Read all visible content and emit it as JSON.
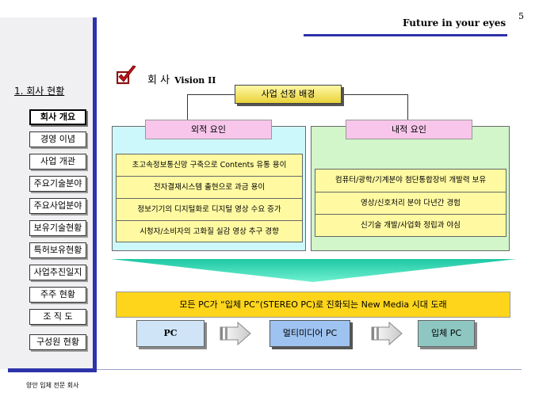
{
  "header": {
    "text": "Future in your eyes",
    "page_number": "5"
  },
  "sidebar": {
    "section_title": "1. 회사 현황",
    "items": [
      {
        "label": "회사 개요",
        "active": true
      },
      {
        "label": "경영 이념"
      },
      {
        "label": "사업 개관"
      },
      {
        "label": "주요기술분야"
      },
      {
        "label": "주요사업분야"
      },
      {
        "label": "보유기술현황"
      },
      {
        "label": "특허보유현황"
      },
      {
        "label": "사업추진일지"
      },
      {
        "label": "주주 현황"
      },
      {
        "label": "조 직 도"
      },
      {
        "label": "구성원 현황"
      }
    ]
  },
  "slide": {
    "title": "회 사",
    "title_suffix": "Vision II",
    "background_label": "사업 선정 배경",
    "external": {
      "heading": "외적 요인",
      "items": [
        "초고속정보통신망 구축으로 Contents 유통 용이",
        "전자결재시스템 출현으로 과금 용이",
        "정보기기의 디지털화로 디지털 영상 수요 증가",
        "시청자/소비자의 고화질 실감 영상 추구 경향"
      ]
    },
    "internal": {
      "heading": "내적 요인",
      "items": [
        "컴퓨터/광학/기계분야 첨단통합장비 개발력 보유",
        "영상/신호처리 분야 다년간 경험",
        "신기술 개발/사업화 정립과 야심"
      ]
    },
    "banner": "모든 PC가 “입체 PC”(STEREO PC)로 진화되는 New Media 시대 도래",
    "stages": [
      "PC",
      "멀티미디어 PC",
      "입체 PC"
    ]
  },
  "footer": "양안 입체 전문 회사",
  "colors": {
    "accent_blue": "#2d33a8",
    "title_box": "#e8d23a",
    "external_panel": "#cdf8fb",
    "internal_panel": "#d2f5c9",
    "factor_heading": "#f7c6ea",
    "factor_list": "#fffaa2",
    "banner": "#ffd51c",
    "chevron": "#2fd6a8"
  },
  "icons": {
    "title_marker": "checkbox-check-icon",
    "flow_arrow": "arrow-right-icon"
  }
}
